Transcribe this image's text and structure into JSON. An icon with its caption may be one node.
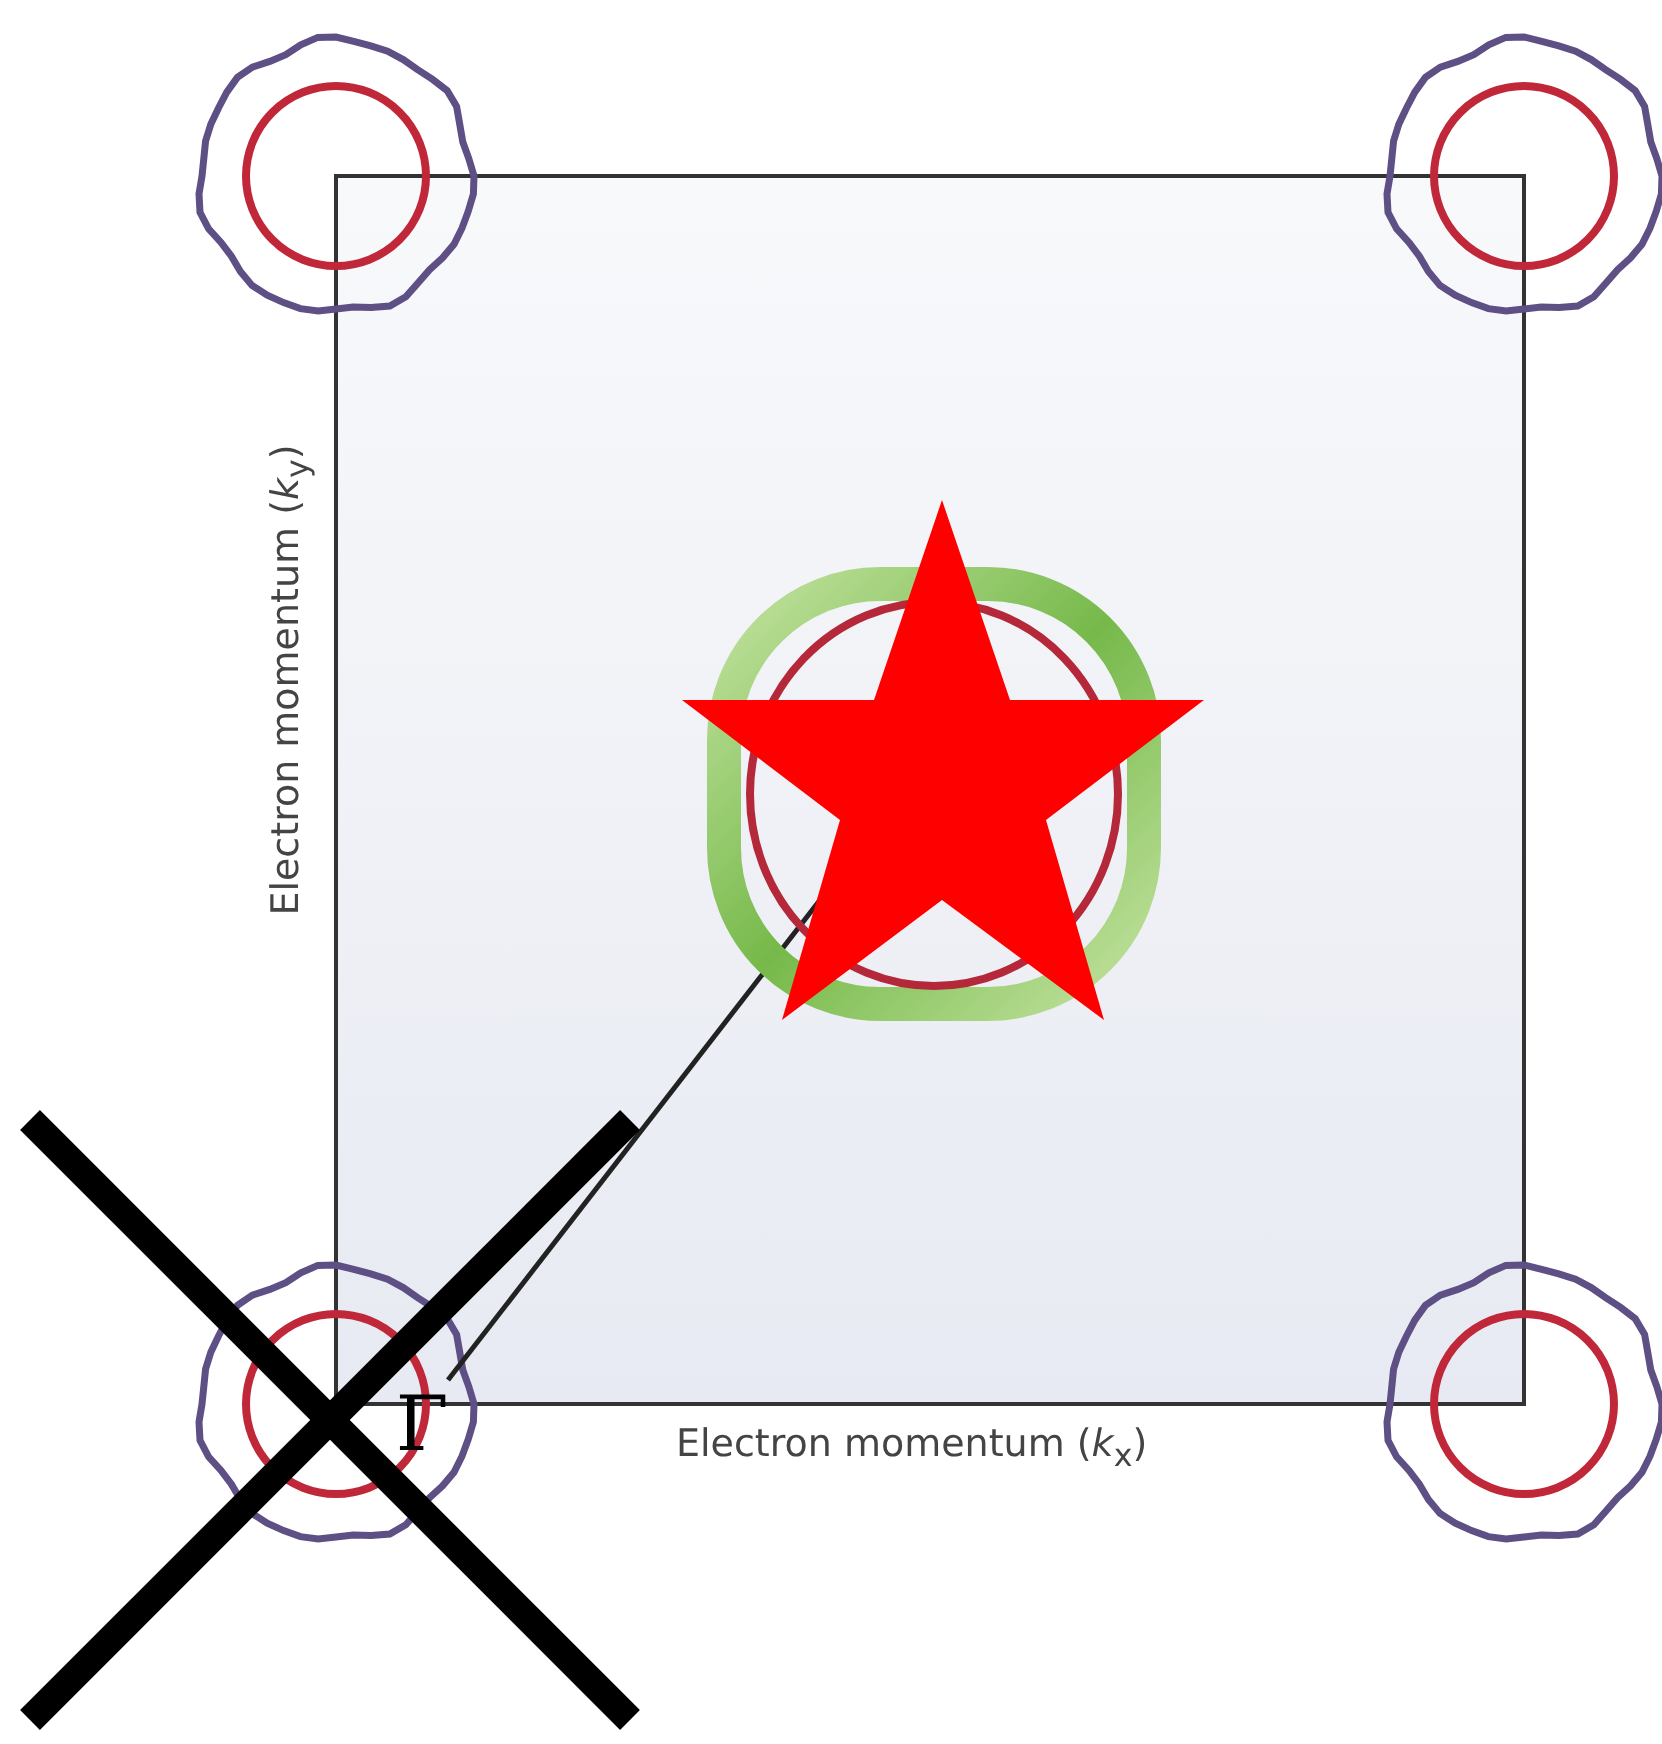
{
  "diagram": {
    "nodes": [
      {
        "text": [
          "Γ"
        ]
      },
      {
        "text": [],
        "shape": "picture"
      }
    ],
    "edges": [
      {
        "from": 0,
        "to": 1,
        "arrow": "none"
      }
    ],
    "labels": [
      "Electron momentum (*k*$_{y}$)",
      "Electron momentum (*k*$_{x}$)"
    ]
  }
}
